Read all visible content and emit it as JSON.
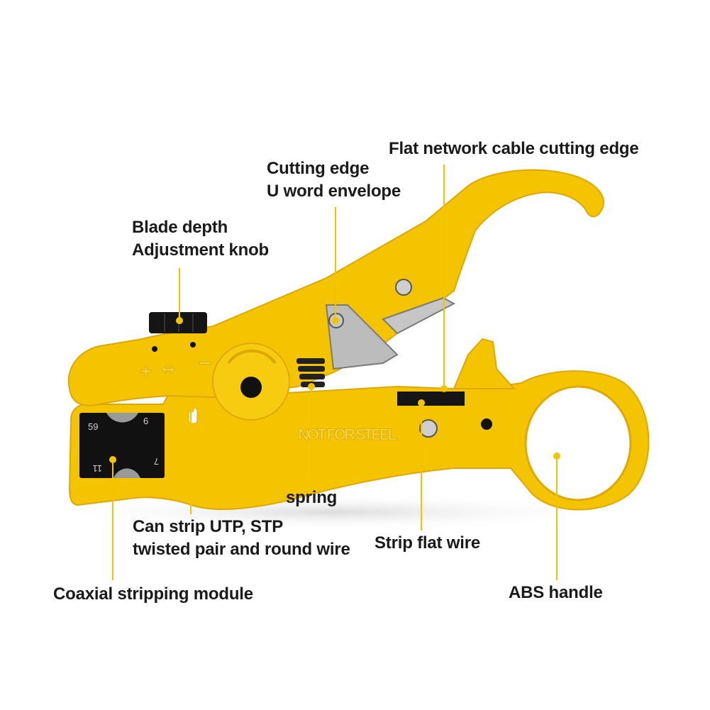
{
  "colors": {
    "body": "#f5c400",
    "body_shade": "#e0a800",
    "accent_line": "#f2c300",
    "blade": "#bcbcbc",
    "black": "#111111",
    "label_text": "#1a1a1a"
  },
  "labels": {
    "blade_depth": {
      "line1": "Blade depth",
      "line2": "Adjustment knob"
    },
    "cutting_edge": {
      "line1": "Cutting edge",
      "line2": "U word envelope"
    },
    "flat_network": {
      "line1": "Flat network cable cutting edge"
    },
    "spring": {
      "line1": "spring"
    },
    "strip_utp": {
      "line1": "Can strip UTP, STP",
      "line2": "twisted pair and round wire"
    },
    "strip_flat": {
      "line1": "Strip flat wire"
    },
    "coaxial": {
      "line1": "Coaxial stripping module"
    },
    "abs_handle": {
      "line1": "ABS handle"
    }
  },
  "tool_markings": {
    "embossed": "NOT FOR STEEL",
    "plus": "+",
    "minus": "−",
    "arrows": "↔",
    "module_59": "59",
    "module_6": "6",
    "module_7": "7",
    "module_11": "11"
  }
}
